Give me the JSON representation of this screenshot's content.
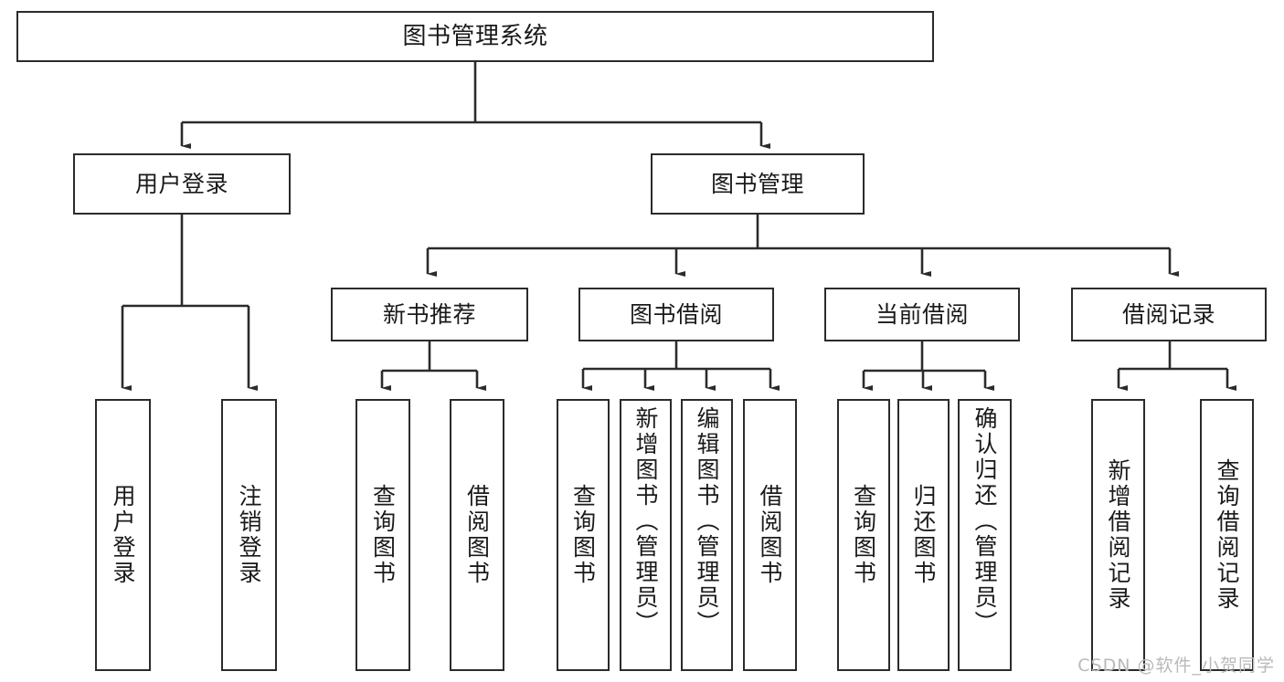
{
  "diagram": {
    "title": "图书管理系统",
    "type": "tree",
    "watermark": "CSDN @软件_小贺同学",
    "colors": {
      "stroke": "#2b2b2b",
      "background": "#ffffff",
      "text": "#1a1a1a",
      "watermark": "#b9b9b9"
    },
    "root": {
      "label": "图书管理系统"
    },
    "level2": [
      {
        "key": "user-login",
        "label": "用户登录"
      },
      {
        "key": "book-management",
        "label": "图书管理"
      }
    ],
    "level3": [
      {
        "key": "new-book-recommend",
        "label": "新书推荐"
      },
      {
        "key": "book-borrow",
        "label": "图书借阅"
      },
      {
        "key": "current-borrow",
        "label": "当前借阅"
      },
      {
        "key": "borrow-record",
        "label": "借阅记录"
      }
    ],
    "leaves": {
      "user_login": [
        {
          "key": "login",
          "label": "用户登录"
        },
        {
          "key": "logout",
          "label": "注销登录"
        }
      ],
      "new_book_recommend": [
        {
          "key": "query-book",
          "label": "查询图书"
        },
        {
          "key": "borrow-book",
          "label": "借阅图书"
        }
      ],
      "book_borrow": [
        {
          "key": "query-book",
          "label": "查询图书"
        },
        {
          "key": "add-book",
          "label": "新增图书（管理员）"
        },
        {
          "key": "edit-book",
          "label": "编辑图书（管理员）"
        },
        {
          "key": "borrow-book",
          "label": "借阅图书"
        }
      ],
      "current_borrow": [
        {
          "key": "query-book",
          "label": "查询图书"
        },
        {
          "key": "return-book",
          "label": "归还图书"
        },
        {
          "key": "confirm-return",
          "label": "确认归还（管理员）"
        }
      ],
      "borrow_record": [
        {
          "key": "add-record",
          "label": "新增借阅记录"
        },
        {
          "key": "query-record",
          "label": "查询借阅记录"
        }
      ]
    }
  }
}
